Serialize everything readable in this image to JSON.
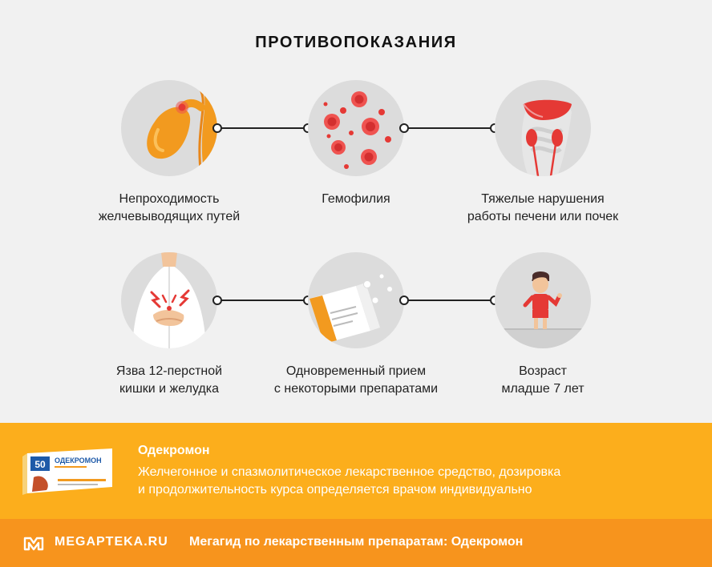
{
  "title": "ПРОТИВОПОКАЗАНИЯ",
  "items": [
    {
      "icon": "gallbladder-icon",
      "lines": [
        "Непроходимость",
        "желчевыводящих путей"
      ]
    },
    {
      "icon": "blood-cells-icon",
      "lines": [
        "Гемофилия"
      ]
    },
    {
      "icon": "liver-kidneys-icon",
      "lines": [
        "Тяжелые нарушения",
        "работы печени или почек"
      ]
    },
    {
      "icon": "stomach-pain-icon",
      "lines": [
        "Язва 12-перстной",
        "кишки и желудка"
      ]
    },
    {
      "icon": "pills-box-icon",
      "lines": [
        "Одновременный прием",
        "с некоторыми препаратами"
      ]
    },
    {
      "icon": "child-icon",
      "lines": [
        "Возраст",
        "младше 7 лет"
      ]
    }
  ],
  "product": {
    "name": "Одекромон",
    "description_lines": [
      "Желчегонное и спазмолитическое лекарственное средство, дозировка",
      "и продолжительность курса определяется врачом индивидуально"
    ],
    "package": {
      "count": "50",
      "brand": "ОДЕКРОМОН"
    }
  },
  "footer": {
    "logo_text": "MEGAPTEKA.RU",
    "text": "Мегагид по лекарственным препаратам: Одекромон"
  },
  "colors": {
    "background": "#f1f1f1",
    "circle": "#dcdcdc",
    "accent_orange": "#f7941d",
    "info_band": "#fcae1c",
    "red": "#e53935"
  }
}
